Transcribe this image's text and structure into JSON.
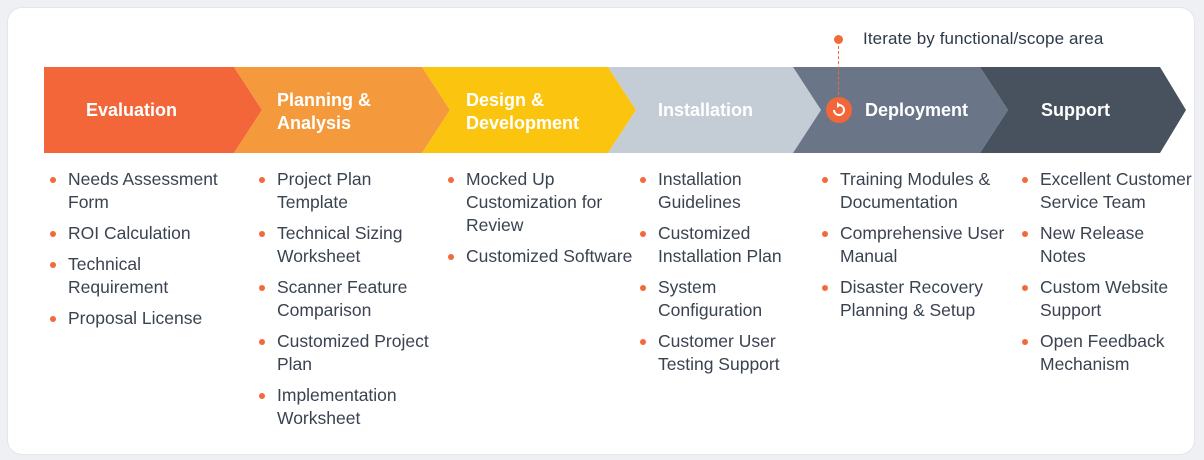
{
  "note": {
    "text": "Iterate by functional/scope area"
  },
  "stages": [
    {
      "label": "Evaluation",
      "color": "#f2663a"
    },
    {
      "label": "Planning & Analysis",
      "color": "#f49a3c"
    },
    {
      "label": "Design & Development",
      "color": "#fbc40f"
    },
    {
      "label": "Installation",
      "color": "#c4ccd6"
    },
    {
      "label": "Deployment",
      "color": "#6a7687"
    },
    {
      "label": "Support",
      "color": "#48515e"
    }
  ],
  "columns": [
    {
      "items": [
        "Needs Assessment Form",
        "ROI Calculation",
        "Technical Requirement",
        "Proposal License"
      ]
    },
    {
      "items": [
        "Project Plan Template",
        "Technical Sizing Worksheet",
        "Scanner Feature Comparison",
        "Customized Project Plan",
        "Implementation Worksheet"
      ]
    },
    {
      "items": [
        "Mocked Up Customization for Review",
        "Customized Software"
      ]
    },
    {
      "items": [
        "Installation Guidelines",
        "Customized Installation Plan",
        "System Configuration",
        "Customer User Testing Support"
      ]
    },
    {
      "items": [
        "Training Modules & Documentation",
        "Comprehensive User Manual",
        "Disaster Recovery Planning & Setup"
      ]
    },
    {
      "items": [
        "Excellent Customer Service Team",
        "New Release Notes",
        "Custom Website Support",
        "Open Feedback Mechanism"
      ]
    }
  ],
  "icons": {
    "bullet": "dot-icon",
    "deployment": "iterate-cycle-icon"
  },
  "accent_color": "#f26a3a"
}
